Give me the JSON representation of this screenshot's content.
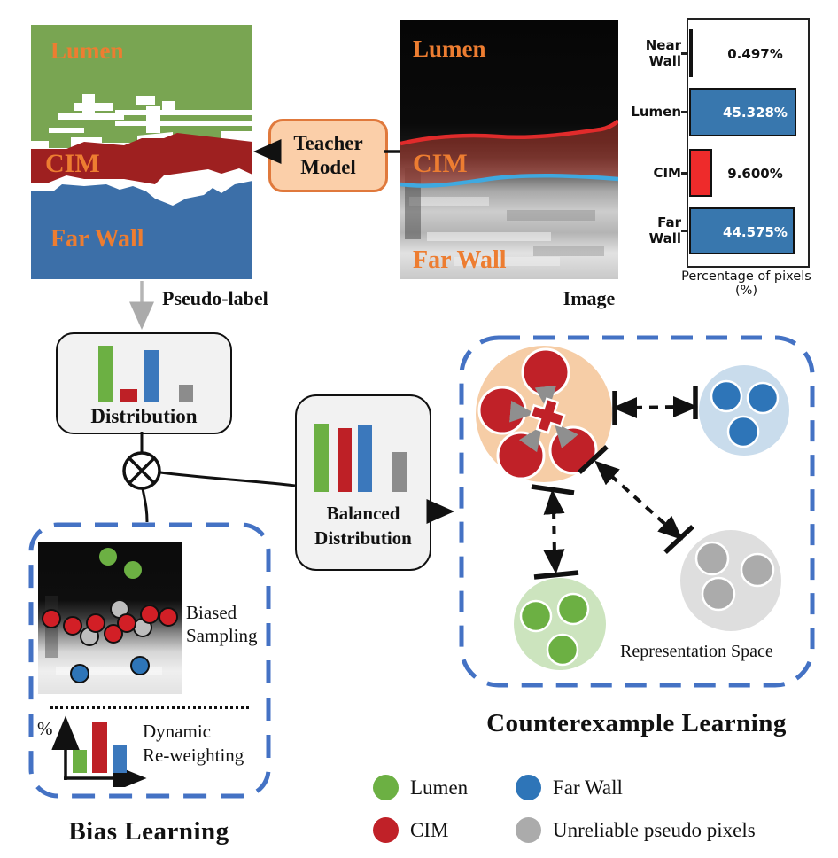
{
  "colors": {
    "lumen_green": "#6CB043",
    "cim_red": "#C02128",
    "far_wall_blue": "#2E75B8",
    "unreliable_gray": "#ABABAB",
    "label_orange": "#ED7D31",
    "dashed_box_blue": "#4472C4",
    "chart_bar_blue": "#3877AE",
    "chart_bar_red": "#EE2B2B",
    "teacher_box_fill": "#FBCFA9",
    "teacher_box_border": "#E0793C"
  },
  "pseudo_panel": {
    "label_lumen": "Lumen",
    "label_cim": "CIM",
    "label_far_wall": "Far Wall",
    "caption": "Pseudo-label"
  },
  "image_panel": {
    "label_lumen": "Lumen",
    "label_cim": "CIM",
    "label_far_wall": "Far Wall",
    "caption": "Image"
  },
  "teacher_model": {
    "line1": "Teacher",
    "line2": "Model"
  },
  "chart_data": {
    "type": "bar",
    "orientation": "horizontal",
    "title": "",
    "xlabel": "Percentage of pixels (%)",
    "categories": [
      "Near Wall",
      "Lumen",
      "CIM",
      "Far Wall"
    ],
    "cat_lines": [
      [
        "Near",
        "Wall"
      ],
      [
        "Lumen",
        ""
      ],
      [
        "CIM",
        ""
      ],
      [
        "Far",
        "Wall"
      ]
    ],
    "values": [
      0.497,
      45.328,
      9.6,
      44.575
    ],
    "value_labels": [
      "0.497%",
      "45.328%",
      "9.600%",
      "44.575%"
    ],
    "bar_colors": [
      "#111111",
      "#3877AE",
      "#EE2B2B",
      "#3877AE"
    ],
    "value_text_colors": [
      "#111111",
      "#ffffff",
      "#111111",
      "#ffffff"
    ],
    "xlim": [
      0,
      50
    ],
    "grid": false
  },
  "distribution_box": {
    "label": "Distribution",
    "bars": [
      {
        "c": "#6CB043",
        "h": 63,
        "w": 17,
        "ml": 0
      },
      {
        "c": "#BE2026",
        "h": 14,
        "w": 19,
        "ml": 8
      },
      {
        "c": "#3B78BC",
        "h": 58,
        "w": 17,
        "ml": 8
      },
      {
        "c": "#8C8C8C",
        "h": 19,
        "w": 16,
        "ml": 22
      }
    ]
  },
  "balanced_box": {
    "line1": "Balanced",
    "line2": "Distribution",
    "bars": [
      {
        "c": "#6CB043",
        "h": 77,
        "w": 16,
        "ml": 0
      },
      {
        "c": "#BE2026",
        "h": 72,
        "w": 16,
        "ml": 10
      },
      {
        "c": "#3B78BC",
        "h": 75,
        "w": 16,
        "ml": 7
      },
      {
        "c": "#8C8C8C",
        "h": 45,
        "w": 16,
        "ml": 23
      }
    ]
  },
  "counterexample": {
    "title": "Counterexample Learning",
    "representation_space": "Representation Space"
  },
  "bias": {
    "title": "Bias Learning",
    "biased_line1": "Biased",
    "biased_line2": "Sampling",
    "dynamic_line1": "Dynamic",
    "dynamic_line2": "Re-weighting",
    "percent_axis": "%",
    "reweight_bars": [
      {
        "c": "#6CB043",
        "h": 26,
        "w": 16,
        "ml": 0
      },
      {
        "c": "#BE2026",
        "h": 58,
        "w": 17,
        "ml": 6
      },
      {
        "c": "#3B78BC",
        "h": 32,
        "w": 15,
        "ml": 7
      }
    ]
  },
  "legend": {
    "items": [
      {
        "label": "Lumen",
        "color": "#6CB043"
      },
      {
        "label": "CIM",
        "color": "#C02128"
      },
      {
        "label": "Far Wall",
        "color": "#2E75B8"
      },
      {
        "label": "Unreliable pseudo pixels",
        "color": "#ABABAB"
      }
    ]
  }
}
